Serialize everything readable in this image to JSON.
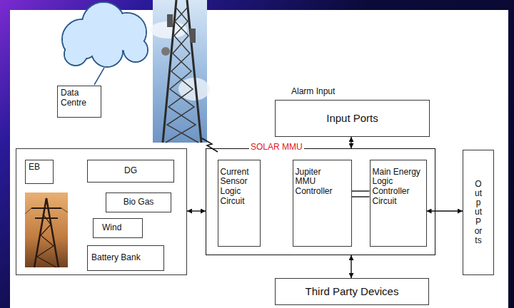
{
  "diagram": {
    "nodes": [
      {
        "text": [
          "Data Centre"
        ]
      },
      {
        "text": [
          "Input Ports"
        ]
      },
      {
        "text": []
      },
      {
        "text": [
          "EB"
        ],
        "in": 2
      },
      {
        "text": [
          "DG"
        ],
        "in": 2
      },
      {
        "text": [
          "Bio Gas"
        ],
        "in": 2
      },
      {
        "text": [
          "Wind"
        ],
        "in": 2
      },
      {
        "text": [
          "Battery Bank"
        ],
        "in": 2
      },
      {
        "text": [
          "SOLAR MMU"
        ]
      },
      {
        "text": [
          "Current Sensor Logic Circuit"
        ],
        "in": 8
      },
      {
        "text": [
          "Jupiter MMU Controller"
        ],
        "in": 8
      },
      {
        "text": [
          "Main Energy Logic Controller Circuit"
        ],
        "in": 8
      },
      {
        "text": [
          "Output Ports"
        ]
      },
      {
        "text": [
          "Third Party Devices"
        ]
      }
    ],
    "edges": [
      {
        "from": 1,
        "to": 8,
        "arrow": "both"
      },
      {
        "from": 2,
        "to": 8,
        "arrow": "both"
      },
      {
        "from": 11,
        "to": 12,
        "arrow": "both"
      },
      {
        "from": 8,
        "to": 13,
        "arrow": "both"
      },
      {
        "from": 10,
        "to": 11,
        "arrow": "none"
      },
      {
        "from": 10,
        "to": 11,
        "arrow": "none"
      }
    ],
    "labels": [
      "Alarm Input"
    ]
  }
}
